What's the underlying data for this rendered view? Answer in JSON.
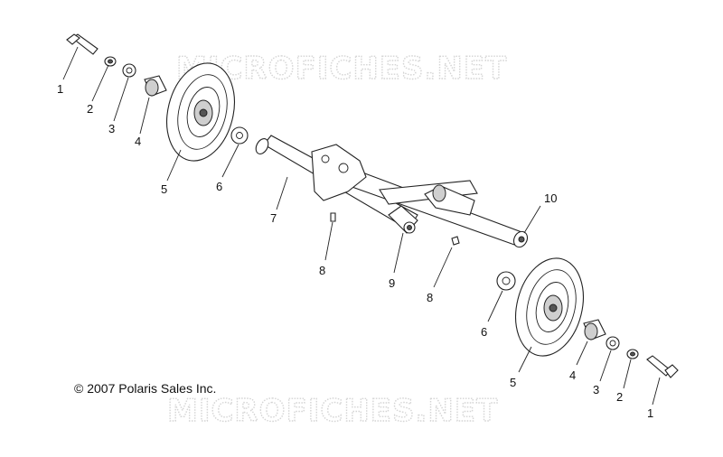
{
  "copyright": "© 2007 Polaris Sales Inc.",
  "watermark": "MICROFICHES.NET",
  "callouts": {
    "c1a": "1",
    "c2a": "2",
    "c3a": "3",
    "c4a": "4",
    "c5a": "5",
    "c6a": "6",
    "c7": "7",
    "c8a": "8",
    "c9": "9",
    "c8b": "8",
    "c10": "10",
    "c6b": "6",
    "c5b": "5",
    "c4b": "4",
    "c3b": "3",
    "c2b": "2",
    "c1b": "1"
  }
}
